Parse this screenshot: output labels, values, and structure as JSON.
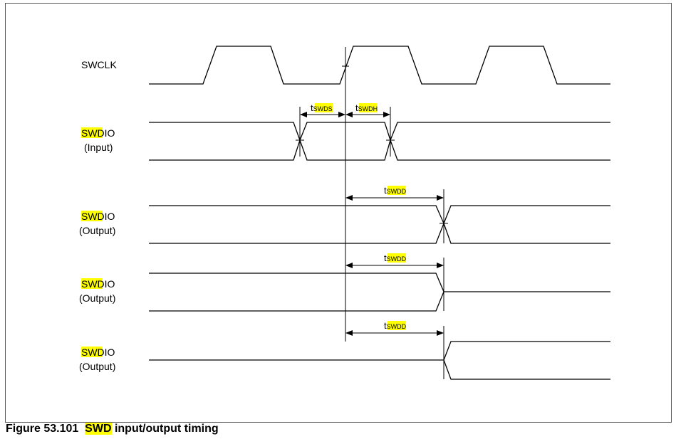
{
  "figure": {
    "caption_number": "Figure 53.101",
    "caption_highlight": "SWD",
    "caption_rest": " input/output timing",
    "highlight_color": "#ffff00"
  },
  "signals": {
    "swclk": "SWCLK",
    "swdio_highlight": "SWD",
    "swdio_rest": "IO",
    "input_sub": "(Input)",
    "output_sub": "(Output)"
  },
  "timing": {
    "t": "t",
    "swd": "SWD",
    "s": "S",
    "h": "H",
    "d": "D"
  }
}
